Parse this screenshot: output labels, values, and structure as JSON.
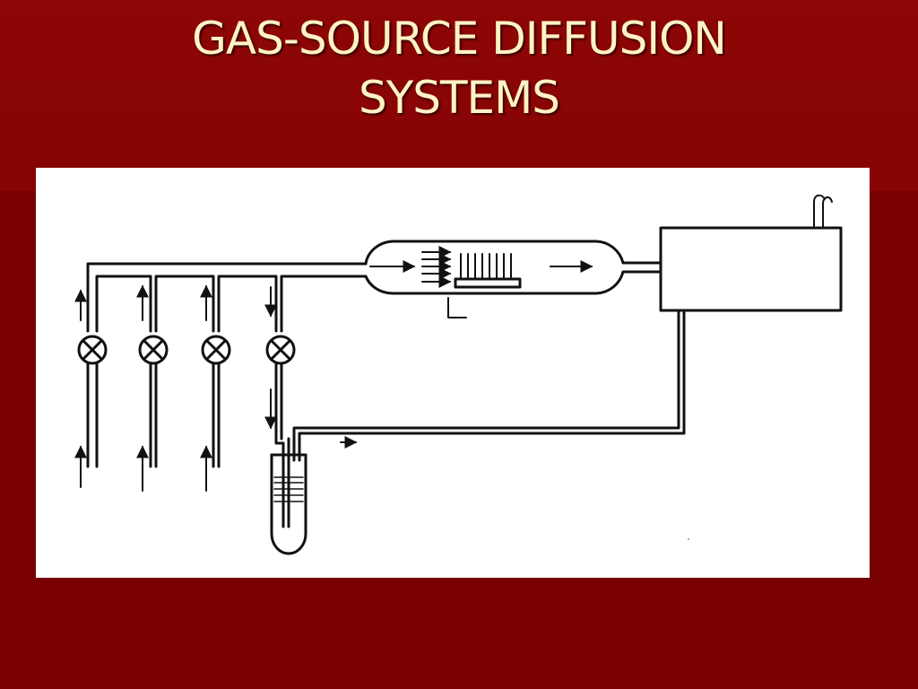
{
  "slide": {
    "title_line1": "GAS-SOURCE DIFFUSION",
    "title_line2": "SYSTEMS"
  },
  "colors": {
    "background": "#7a0000",
    "title_text": "#fdf3c4",
    "panel": "#ffffff",
    "ink": "#111111"
  },
  "diagram": {
    "gas_inlet_lines": 4,
    "flow_valves": 4,
    "components": [
      "gas-manifold",
      "flow-valve",
      "diffusion-furnace-tube",
      "wafer-boat",
      "exhaust-box",
      "liquid-source-bubbler"
    ]
  }
}
